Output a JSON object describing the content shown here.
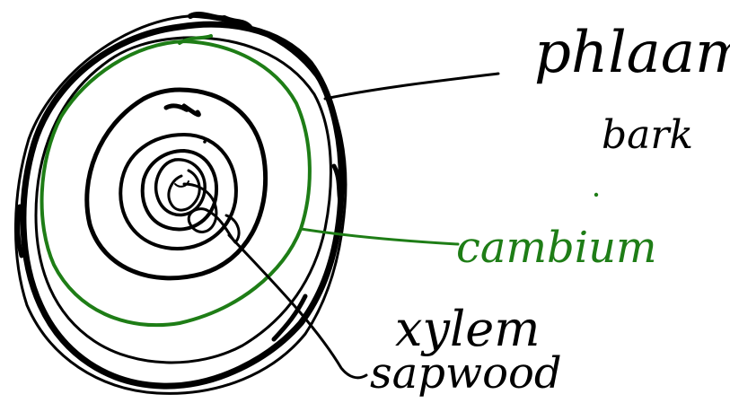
{
  "labels": {
    "phloem": "phlaam",
    "bark": "bark",
    "cambium": "cambium",
    "xylem": "xylem",
    "sapwood": "sapwood"
  },
  "colors": {
    "ink": "#000000",
    "cambium": "#1e7d16",
    "background": "#ffffff"
  }
}
